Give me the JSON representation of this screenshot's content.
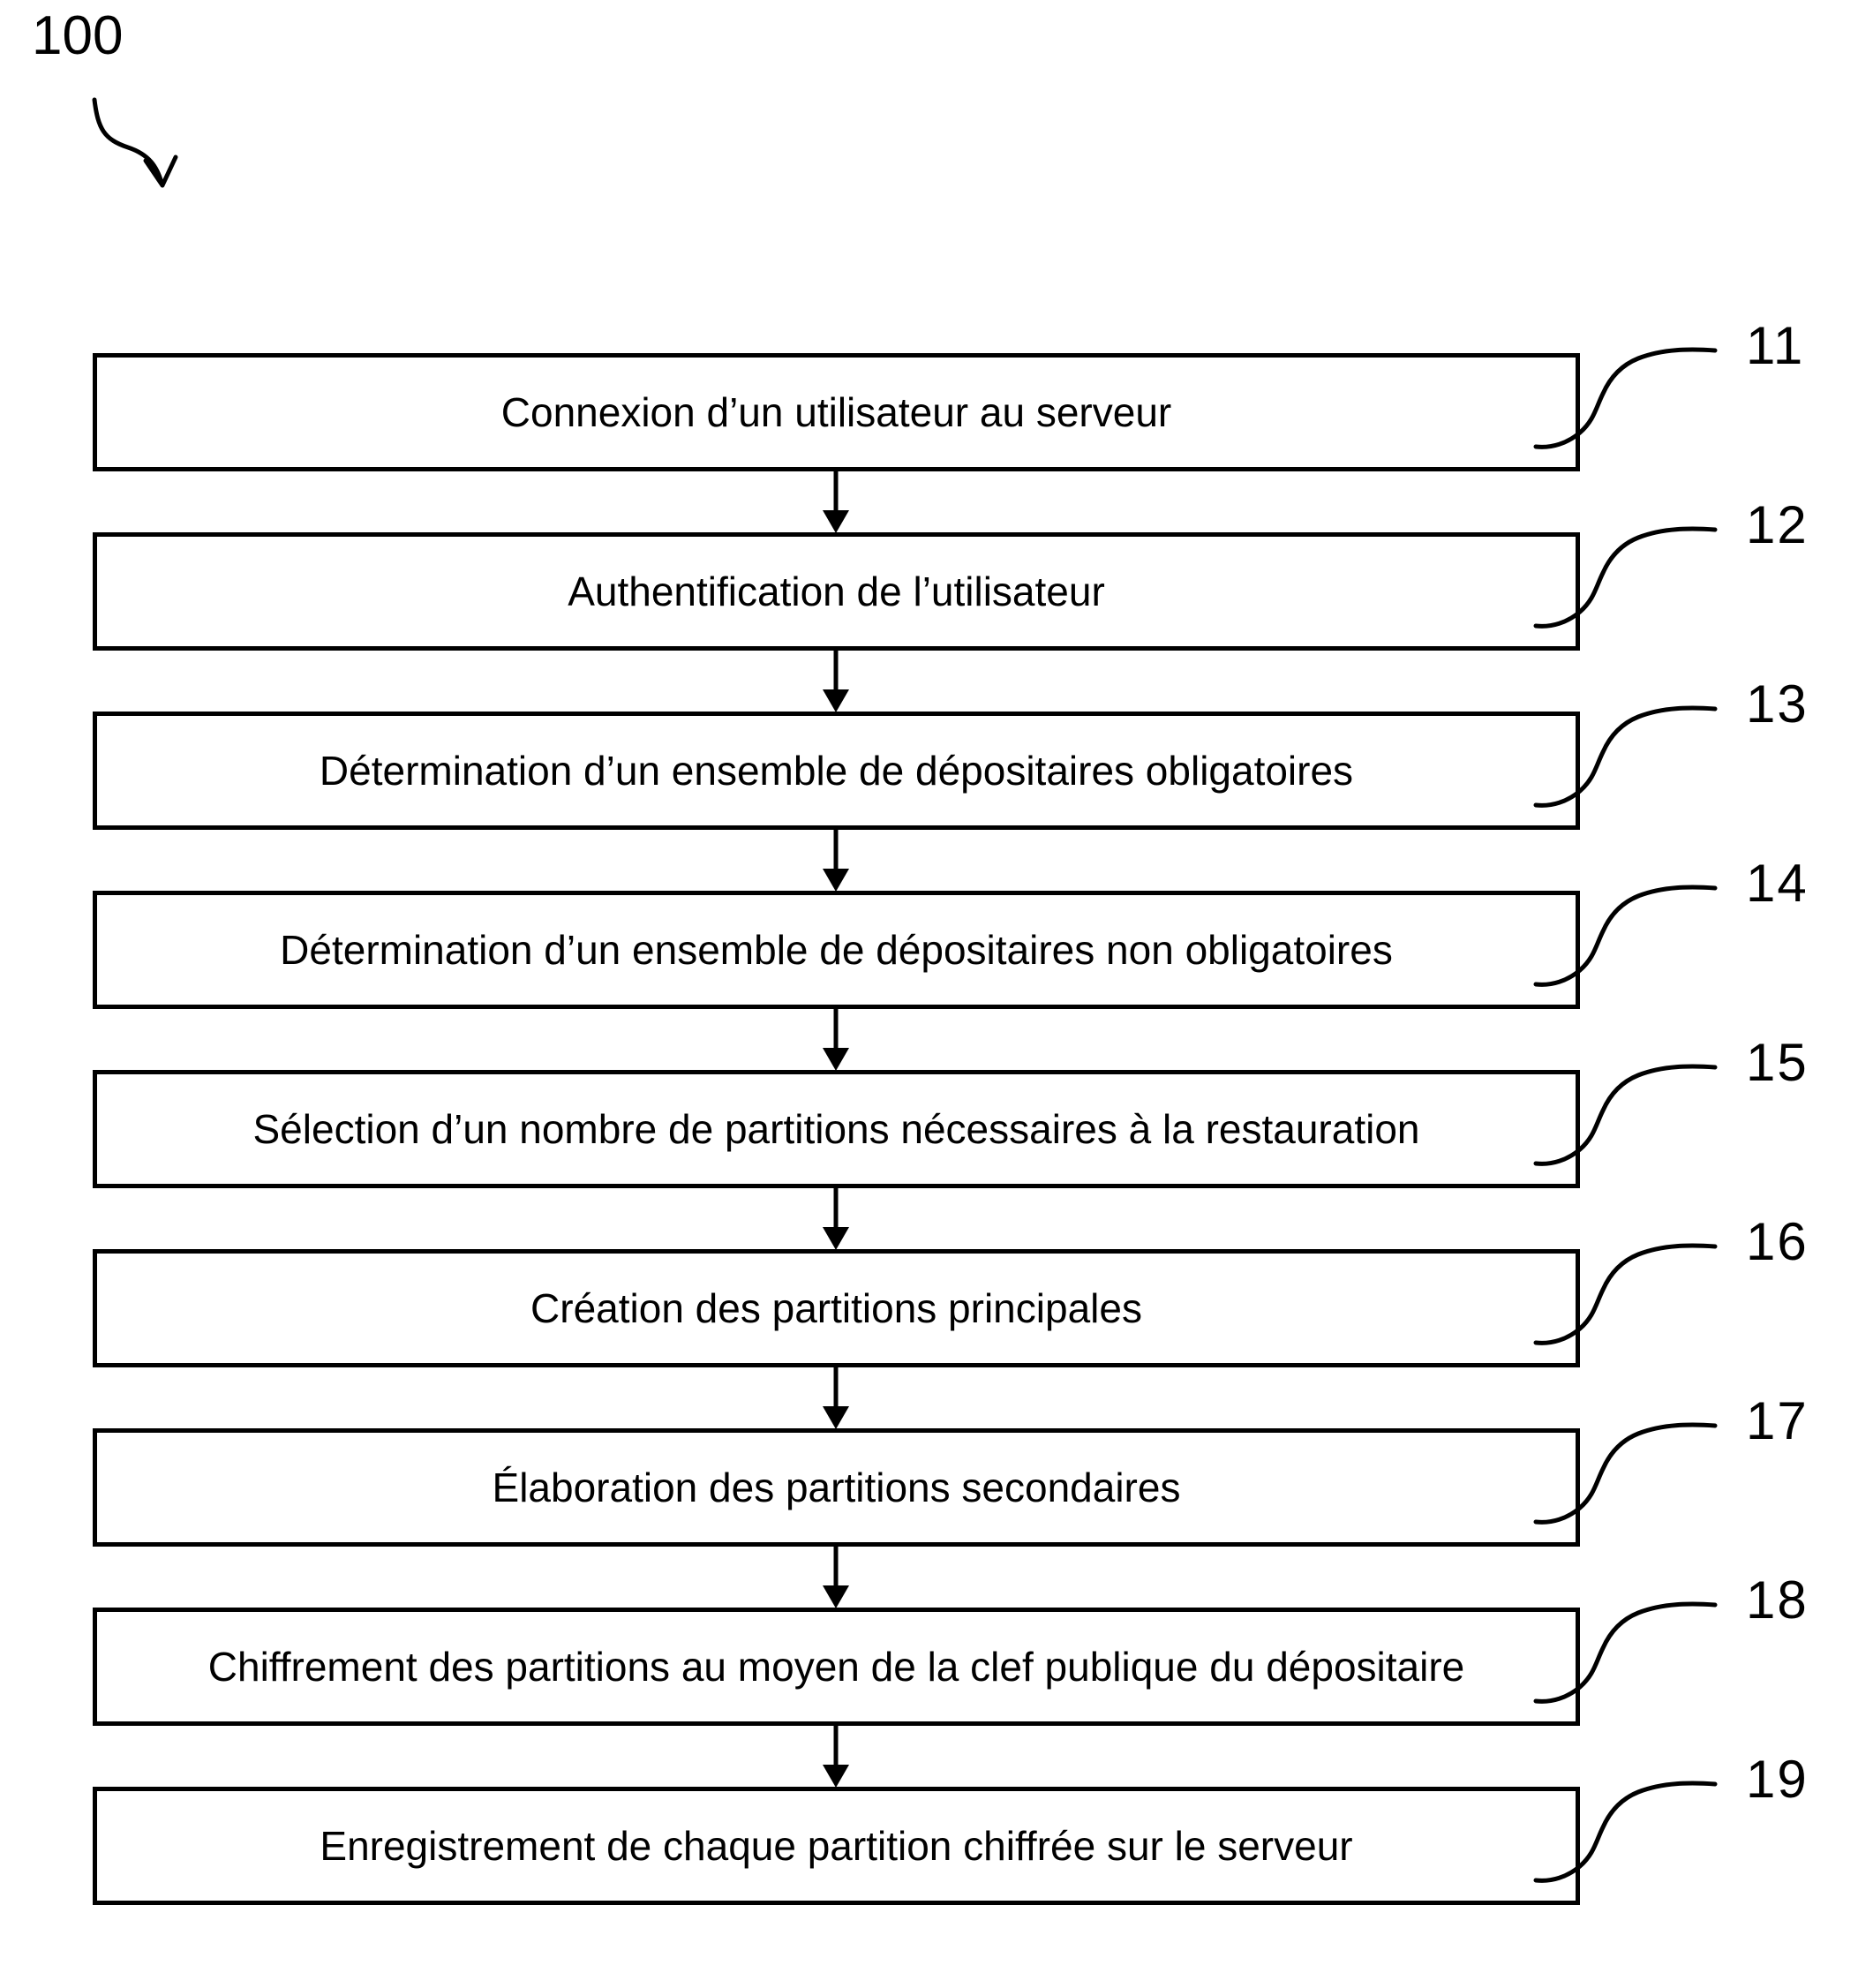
{
  "figure": {
    "label": "100",
    "steps": [
      {
        "ref": "11",
        "text": "Connexion d’un utilisateur au serveur"
      },
      {
        "ref": "12",
        "text": "Authentification de l’utilisateur"
      },
      {
        "ref": "13",
        "text": "Détermination d’un ensemble de dépositaires obligatoires"
      },
      {
        "ref": "14",
        "text": "Détermination d’un ensemble de dépositaires non obligatoires"
      },
      {
        "ref": "15",
        "text": "Sélection d’un nombre de partitions nécessaires à la restauration"
      },
      {
        "ref": "16",
        "text": "Création des partitions principales"
      },
      {
        "ref": "17",
        "text": "Élaboration des partitions secondaires"
      },
      {
        "ref": "18",
        "text": "Chiffrement des partitions au moyen de la clef publique du dépositaire"
      },
      {
        "ref": "19",
        "text": "Enregistrement de chaque partition chiffrée sur le serveur"
      }
    ],
    "colors": {
      "ink": "#000000",
      "background": "#ffffff"
    }
  }
}
